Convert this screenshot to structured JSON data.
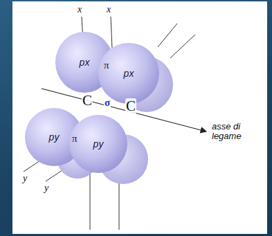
{
  "diagram": {
    "nodes": [
      {
        "text": [
          "px"
        ]
      },
      {
        "text": [
          "px"
        ]
      },
      {
        "text": [
          "py"
        ]
      },
      {
        "text": [
          "py"
        ]
      }
    ],
    "labels": [
      "x",
      "x",
      "π",
      "C",
      "σ",
      "C",
      "asse di legame",
      "π",
      "y",
      "y"
    ]
  }
}
